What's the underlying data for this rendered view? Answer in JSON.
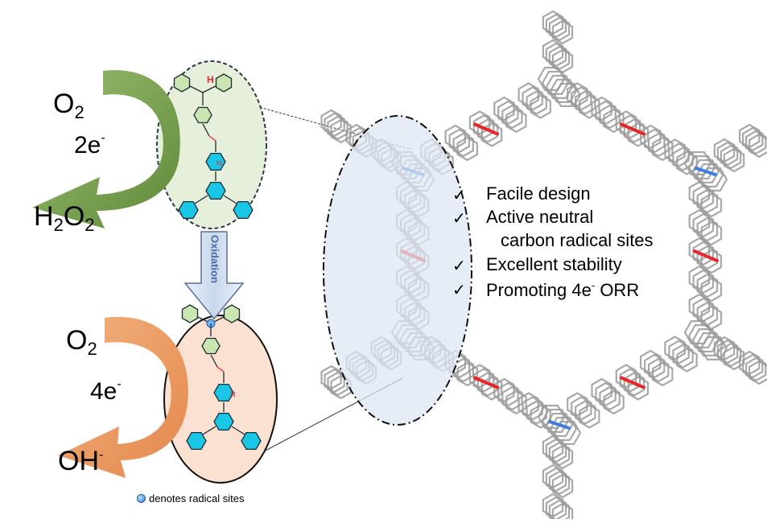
{
  "top_cycle": {
    "reactant": "O",
    "reactant_sub": "2",
    "electrons": "2e",
    "electrons_sup": "-",
    "product_a": "H",
    "product_sub1": "2",
    "product_b": "O",
    "product_sub2": "2"
  },
  "bottom_cycle": {
    "reactant": "O",
    "reactant_sub": "2",
    "electrons": "4e",
    "electrons_sup": "-",
    "product": "OH",
    "product_sup": "-"
  },
  "arrow_label": "Oxidation",
  "molecule_h_label": "H",
  "molecule_n_label": "N",
  "features": [
    {
      "tick": "✓",
      "text": "Facile design"
    },
    {
      "tick": "✓",
      "text": "Active neutral"
    },
    {
      "tick": "",
      "text": "carbon radical sites"
    },
    {
      "tick": "✓",
      "text": "Excellent stability"
    },
    {
      "tick": "✓",
      "text": "Promoting 4e",
      "sup": "-",
      "tail": " ORR"
    }
  ],
  "legend": {
    "text": "denotes radical sites"
  },
  "colors": {
    "green_arrow": "#6f9a4a",
    "orange_arrow": "#e89c62",
    "green_oval": "#e6efd9",
    "orange_oval": "#fbe1d2",
    "blue_oval": "#dde7f3",
    "ring_cyan": "#19c6e6",
    "framework_gray": "#9a9a9a",
    "accent_red": "#e8262a",
    "accent_blue": "#3b7de0"
  }
}
